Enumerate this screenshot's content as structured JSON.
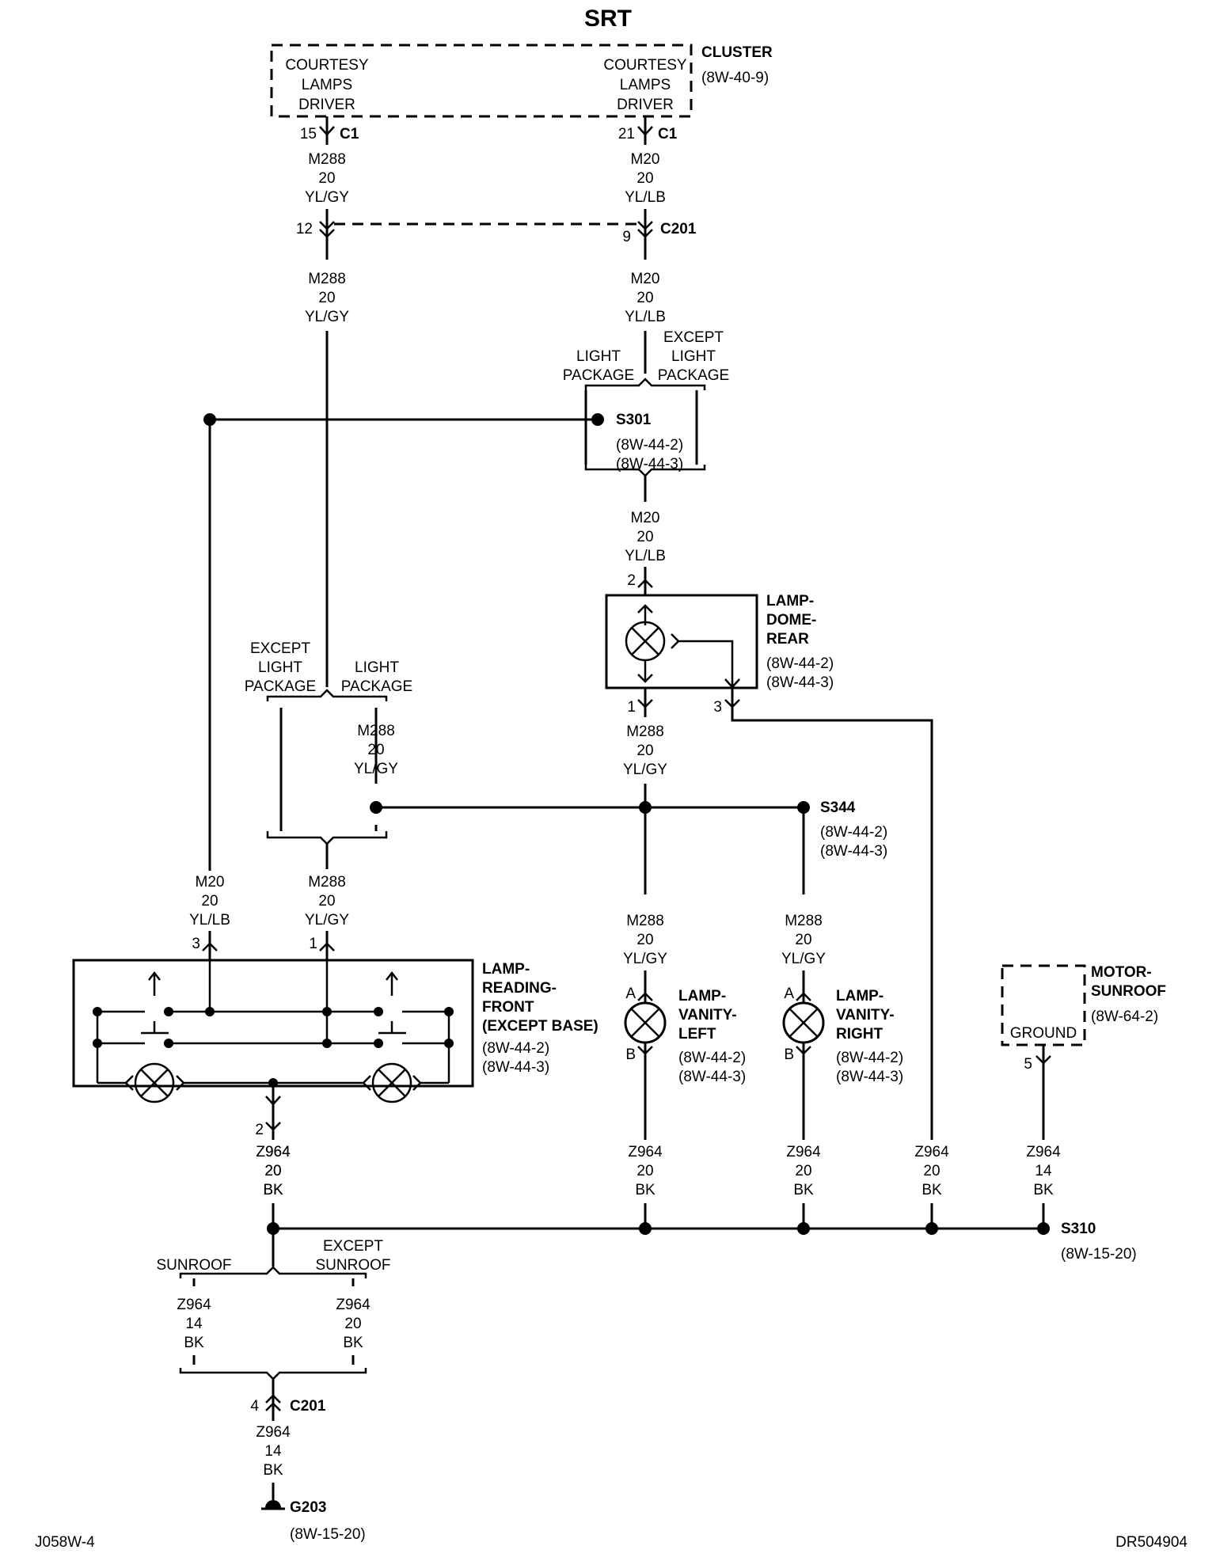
{
  "title": "SRT",
  "cluster": {
    "name": "CLUSTER",
    "ref": "(8W-40-9)",
    "left_label": [
      "COURTESY",
      "LAMPS",
      "DRIVER"
    ],
    "right_label": [
      "COURTESY",
      "LAMPS",
      "DRIVER"
    ],
    "left_pin": "15",
    "right_pin": "21",
    "connector": "C1"
  },
  "c201_top": {
    "name": "C201",
    "left_pin": "12",
    "right_pin": "9"
  },
  "wires": {
    "m288_yl_gy": [
      "M288",
      "20",
      "YL/GY"
    ],
    "m20_yl_lb": [
      "M20",
      "20",
      "YL/LB"
    ],
    "z964_20_bk": [
      "Z964",
      "20",
      "BK"
    ],
    "z964_14_bk": [
      "Z964",
      "14",
      "BK"
    ]
  },
  "options": {
    "light_package": [
      "LIGHT",
      "PACKAGE"
    ],
    "except_light_package": [
      "EXCEPT",
      "LIGHT",
      "PACKAGE"
    ],
    "sunroof": "SUNROOF",
    "except_sunroof": [
      "EXCEPT",
      "SUNROOF"
    ]
  },
  "splices": {
    "s301": {
      "name": "S301",
      "refs": [
        "(8W-44-2)",
        "(8W-44-3)"
      ]
    },
    "s344": {
      "name": "S344",
      "refs": [
        "(8W-44-2)",
        "(8W-44-3)"
      ]
    },
    "s310": {
      "name": "S310",
      "refs": [
        "(8W-15-20)"
      ]
    }
  },
  "lamp_dome_rear": {
    "name": [
      "LAMP-",
      "DOME-",
      "REAR"
    ],
    "refs": [
      "(8W-44-2)",
      "(8W-44-3)"
    ],
    "pins": [
      "2",
      "1",
      "3"
    ]
  },
  "lamp_reading_front": {
    "name": [
      "LAMP-",
      "READING-",
      "FRONT",
      "(EXCEPT BASE)"
    ],
    "refs": [
      "(8W-44-2)",
      "(8W-44-3)"
    ],
    "pins": [
      "3",
      "1",
      "2"
    ]
  },
  "lamp_vanity_left": {
    "name": [
      "LAMP-",
      "VANITY-",
      "LEFT"
    ],
    "refs": [
      "(8W-44-2)",
      "(8W-44-3)"
    ],
    "pins": [
      "A",
      "B"
    ]
  },
  "lamp_vanity_right": {
    "name": [
      "LAMP-",
      "VANITY-",
      "RIGHT"
    ],
    "refs": [
      "(8W-44-2)",
      "(8W-44-3)"
    ],
    "pins": [
      "A",
      "B"
    ]
  },
  "motor_sunroof": {
    "name": [
      "MOTOR-",
      "SUNROOF"
    ],
    "ref": "(8W-64-2)",
    "inner": "GROUND",
    "pin": "5"
  },
  "c201_bottom": {
    "name": "C201",
    "pin": "4"
  },
  "ground": {
    "name": "G203",
    "ref": "(8W-15-20)"
  },
  "footer": {
    "left": "J058W-4",
    "right": "DR504904"
  }
}
